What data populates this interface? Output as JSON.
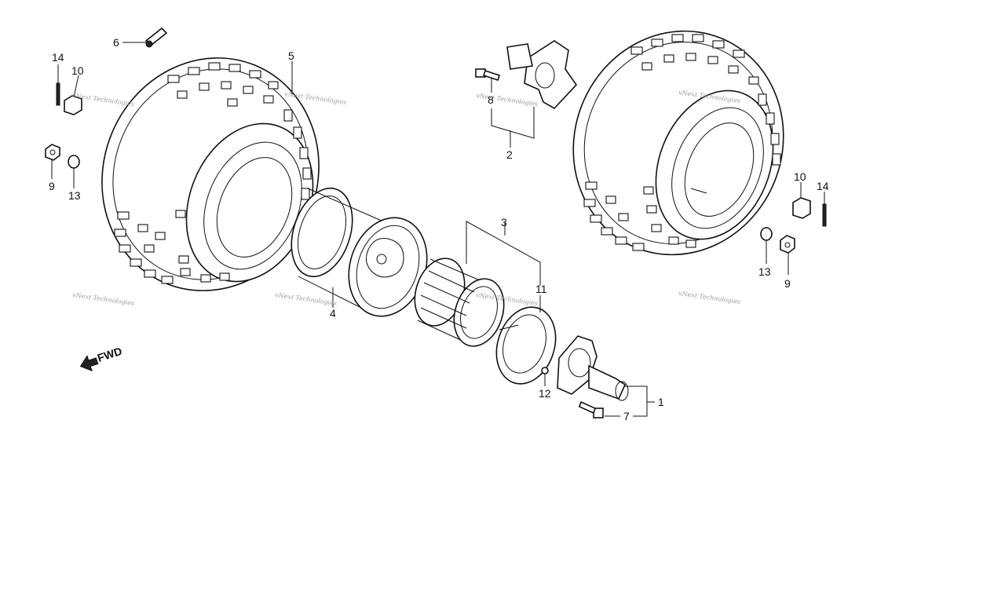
{
  "callouts": {
    "c1": "1",
    "c2": "2",
    "c3": "3",
    "c4": "4",
    "c5": "5",
    "c6": "6",
    "c7": "7",
    "c8": "8",
    "c9a": "9",
    "c9b": "9",
    "c10a": "10",
    "c10b": "10",
    "c11": "11",
    "c12": "12",
    "c13a": "13",
    "c13b": "13",
    "c14a": "14",
    "c14b": "14"
  },
  "fwd_label": "FWD",
  "watermark": "vNext Technologies"
}
